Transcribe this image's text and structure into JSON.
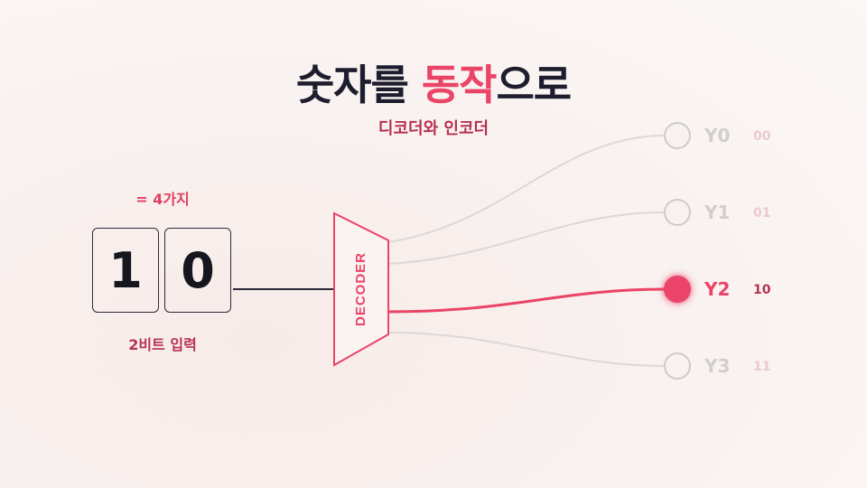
{
  "title": {
    "part1": "숫자를 ",
    "accent": "동작",
    "part2": "으로"
  },
  "subtitle": "디코더와 인코더",
  "input": {
    "count_label": "= 4가지",
    "bits": [
      "1",
      "0"
    ],
    "label": "2비트 입력"
  },
  "decoder": {
    "label": "DECODER"
  },
  "outputs": [
    {
      "label": "Y0",
      "code": "00",
      "active": false
    },
    {
      "label": "Y1",
      "code": "01",
      "active": false
    },
    {
      "label": "Y2",
      "code": "10",
      "active": true
    },
    {
      "label": "Y3",
      "code": "11",
      "active": false
    }
  ],
  "colors": {
    "accent": "#ea4467",
    "dark": "#1d1d2e",
    "inactive_line": "#dcd8d7",
    "inactive_node": "#cfcbca"
  }
}
